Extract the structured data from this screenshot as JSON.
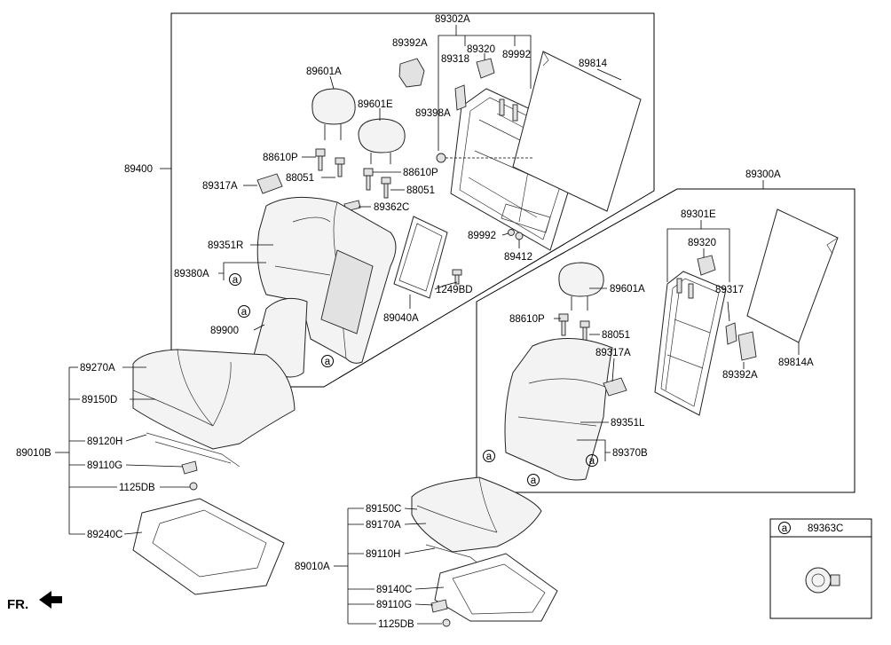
{
  "labels": {
    "p89302A": "89302A",
    "p89392A_top": "89392A",
    "p89320_top": "89320",
    "p89318": "89318",
    "p89992_top": "89992",
    "p89814": "89814",
    "p89601A_top": "89601A",
    "p89601E": "89601E",
    "p89398A": "89398A",
    "p88610P_a": "88610P",
    "p88051_a": "88051",
    "p88610P_b": "88610P",
    "p89400": "89400",
    "p89317A_top": "89317A",
    "p88051_b": "88051",
    "p89362C": "89362C",
    "p89992_mid": "89992",
    "p89412": "89412",
    "p89351R": "89351R",
    "p89380A": "89380A",
    "p1249BD": "1249BD",
    "p89040A": "89040A",
    "p89900": "89900",
    "p89300A": "89300A",
    "p89301E": "89301E",
    "p89320_right": "89320",
    "p89601A_right": "89601A",
    "p89317": "89317",
    "p88610P_c": "88610P",
    "p88051_c": "88051",
    "p89317A_right": "89317A",
    "p89392A_right": "89392A",
    "p89814A": "89814A",
    "p89351L": "89351L",
    "p89370B": "89370B",
    "p89270A": "89270A",
    "p89150D": "89150D",
    "p89120H": "89120H",
    "p89010B": "89010B",
    "p89110G_left": "89110G",
    "p1125DB_left": "1125DB",
    "p89240C": "89240C",
    "p89150C": "89150C",
    "p89170A": "89170A",
    "p89110H": "89110H",
    "p89010A": "89010A",
    "p89140C": "89140C",
    "p89110G_right": "89110G",
    "p1125DB_right": "1125DB",
    "p89363C": "89363C",
    "fr": "FR."
  },
  "callout": {
    "a": "a"
  },
  "colors": {
    "line": "#000000",
    "part_fill": "#f3f3f3",
    "shade": "#e2e2e2"
  }
}
